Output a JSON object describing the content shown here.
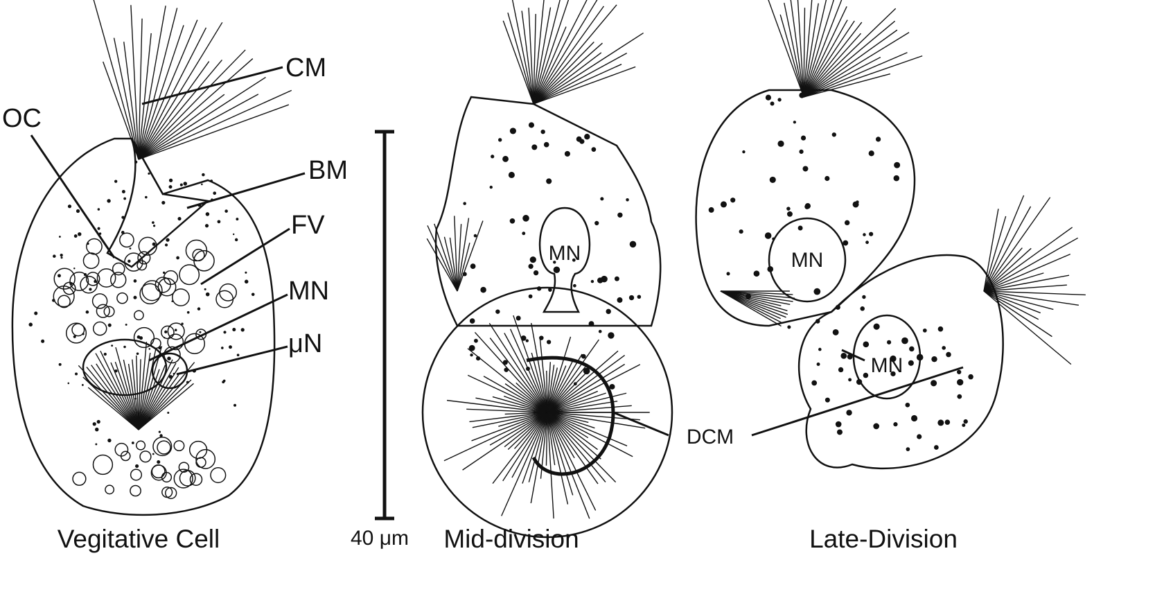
{
  "labels": {
    "cm": "CM",
    "oc": "OC",
    "bm": "BM",
    "fv": "FV",
    "mn": "MN",
    "un": "μN",
    "mid_mn": "MN",
    "late_mn_upper": "MN",
    "late_mn_lower": "MN",
    "dcm": "DCM"
  },
  "scale_bar": {
    "label": "40 μm"
  },
  "captions": {
    "vegetative": "Vegitative Cell",
    "mid": "Mid-division",
    "late": "Late-Division"
  }
}
